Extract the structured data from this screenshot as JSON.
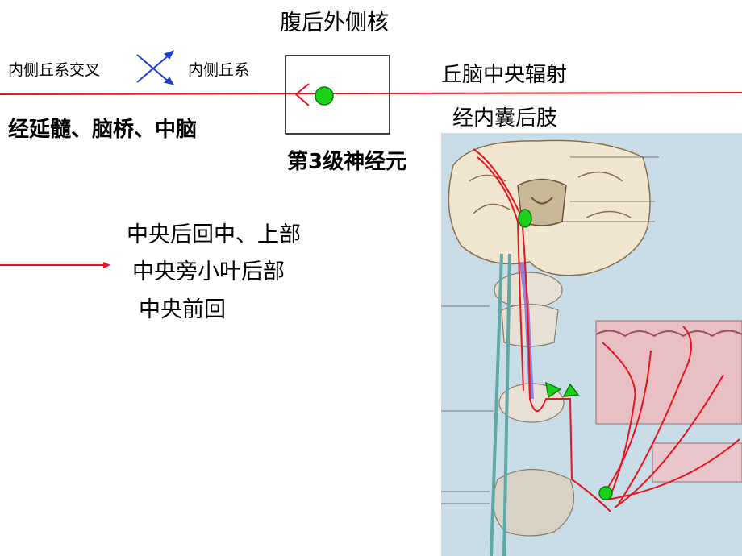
{
  "title": "腹后外侧核",
  "left_labels": {
    "decussation": "内侧丘系交叉",
    "lemniscus": "内侧丘系",
    "path": "经延髓、脑桥、中脑"
  },
  "box_caption": "第3级神经元",
  "right_labels": {
    "radiation": "丘脑中央辐射",
    "capsule": "经内囊后肢"
  },
  "targets": [
    "中央后回中、上部",
    "中央旁小叶后部",
    "中央前回"
  ],
  "colors": {
    "pathway": "#e8141e",
    "neuron": "#19d219",
    "decussation": "#1a3fd8",
    "plate_bg": "#c9dde8"
  }
}
